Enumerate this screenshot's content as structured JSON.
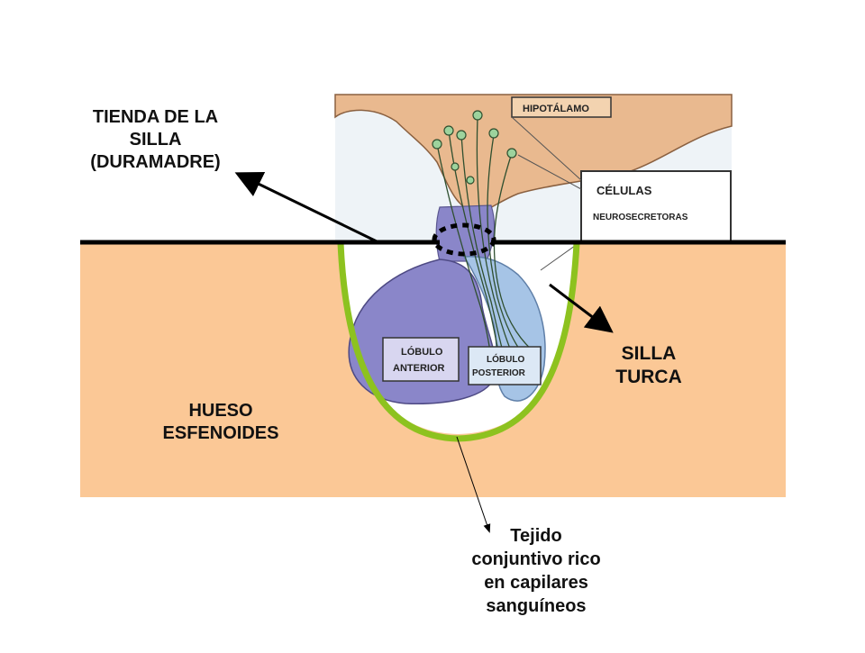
{
  "labels": {
    "tienda": "TIENDA DE LA\nSILLA\n(DURAMADRE)",
    "silla_turca": "SILLA\nTURCA",
    "hueso": "HUESO\nESFENOIDES",
    "tejido": "Tejido\nconjuntivo rico\nen capilares\nsanguíneos"
  },
  "inset_labels": {
    "hipotalamo": "HIPOTÁLAMO",
    "celulas": "CÉLULAS",
    "neurosecretoras": "NEUROSECRETORAS",
    "lobulo_anterior_1": "LÓBULO",
    "lobulo_anterior_2": "ANTERIOR",
    "lobulo_posterior_1": "LÓBULO",
    "lobulo_posterior_2": "POSTERIOR"
  },
  "colors": {
    "bone": "#fbc896",
    "hypothalamus": "#e9b98f",
    "inset_bg": "#eef3f7",
    "anterior_lobe": "#8a86c9",
    "posterior_lobe": "#a6c4e6",
    "capsule": "#8dc21f",
    "line": "#000000"
  }
}
